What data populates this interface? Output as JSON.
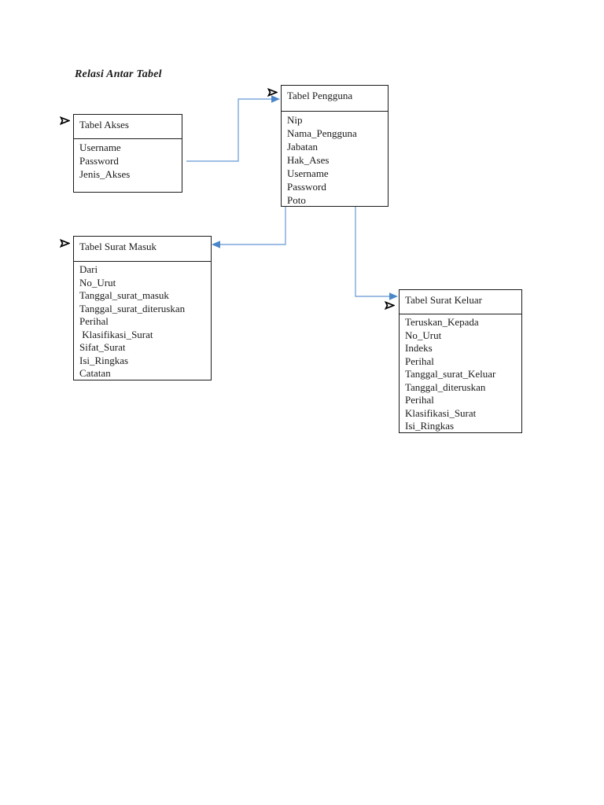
{
  "page": {
    "heading": "Relasi Antar Tabel"
  },
  "icons": {
    "relationship_marker": "three-d-rightwards-arrowhead",
    "connector_arrow": "arrowhead"
  },
  "colors": {
    "background": "#ffffff",
    "text": "#1a1a1a",
    "box_border": "#1a1a1a",
    "connector_line": "#7da7dc",
    "connector_arrow": "#4a86c8"
  },
  "tables": [
    {
      "title": "Tabel Akses",
      "fields": [
        "Username",
        "Password",
        "Jenis_Akses"
      ]
    },
    {
      "title": "Tabel Pengguna",
      "fields": [
        "Nip",
        "Nama_Pengguna",
        "Jabatan",
        "Hak_Ases",
        "Username",
        "Password",
        "Poto"
      ]
    },
    {
      "title": "Tabel Surat Masuk",
      "fields": [
        "Dari",
        "No_Urut",
        "Tanggal_surat_masuk",
        "Tanggal_surat_diteruskan",
        "Perihal",
        " Klasifikasi_Surat",
        "Sifat_Surat",
        "Isi_Ringkas",
        "Catatan"
      ]
    },
    {
      "title": "Tabel Surat Keluar",
      "fields": [
        "Teruskan_Kepada",
        "No_Urut",
        "Indeks",
        "Perihal",
        "Tanggal_surat_Keluar",
        "Tanggal_diteruskan",
        "Perihal",
        "Klasifikasi_Surat",
        "Isi_Ringkas"
      ]
    }
  ],
  "relationships": [
    {
      "from": "Tabel Akses",
      "to": "Tabel Pengguna"
    },
    {
      "from": "Tabel Pengguna",
      "to": "Tabel Surat Masuk"
    },
    {
      "from": "Tabel Pengguna",
      "to": "Tabel Surat Keluar"
    }
  ]
}
